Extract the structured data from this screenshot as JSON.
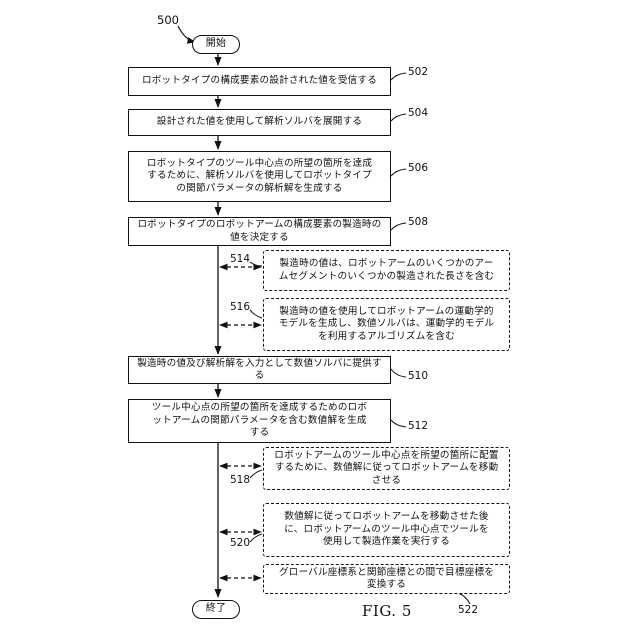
{
  "diagram_number": "500",
  "figure_label": "FIG. 5",
  "start_label": "開始",
  "end_label": "終了",
  "steps": [
    {
      "ref": "502",
      "text": "ロボットタイプの構成要素の設計された値を受信する"
    },
    {
      "ref": "504",
      "text": "設計された値を使用して解析ソルバを展開する"
    },
    {
      "ref": "506",
      "text": "ロボットタイプのツール中心点の所望の箇所を達成するために、解析ソルバを使用してロボットタイプの関節パラメータの解析解を生成する"
    },
    {
      "ref": "508",
      "text": "ロボットタイプのロボットアームの構成要素の製造時の値を決定する"
    },
    {
      "ref": "514",
      "text": "製造時の値は、ロボットアームのいくつかのアームセグメントのいくつかの製造された長さを含む"
    },
    {
      "ref": "516",
      "text": "製造時の値を使用してロボットアームの運動学的モデルを生成し、数値ソルバは、運動学的モデルを利用するアルゴリズムを含む"
    },
    {
      "ref": "510",
      "text": "製造時の値及び解析解を入力として数値ソルバに提供する"
    },
    {
      "ref": "512",
      "text": "ツール中心点の所望の箇所を達成するためのロボットアームの関節パラメータを含む数値解を生成する"
    },
    {
      "ref": "518",
      "text": "ロボットアームのツール中心点を所望の箇所に配置するために、数値解に従ってロボットアームを移動させる"
    },
    {
      "ref": "520",
      "text": "数値解に従ってロボットアームを移動させた後に、ロボットアームのツール中心点でツールを使用して製造作業を実行する"
    },
    {
      "ref": "522",
      "text": "グローバル座標系と関節座標との間で目標座標を変換する"
    }
  ]
}
